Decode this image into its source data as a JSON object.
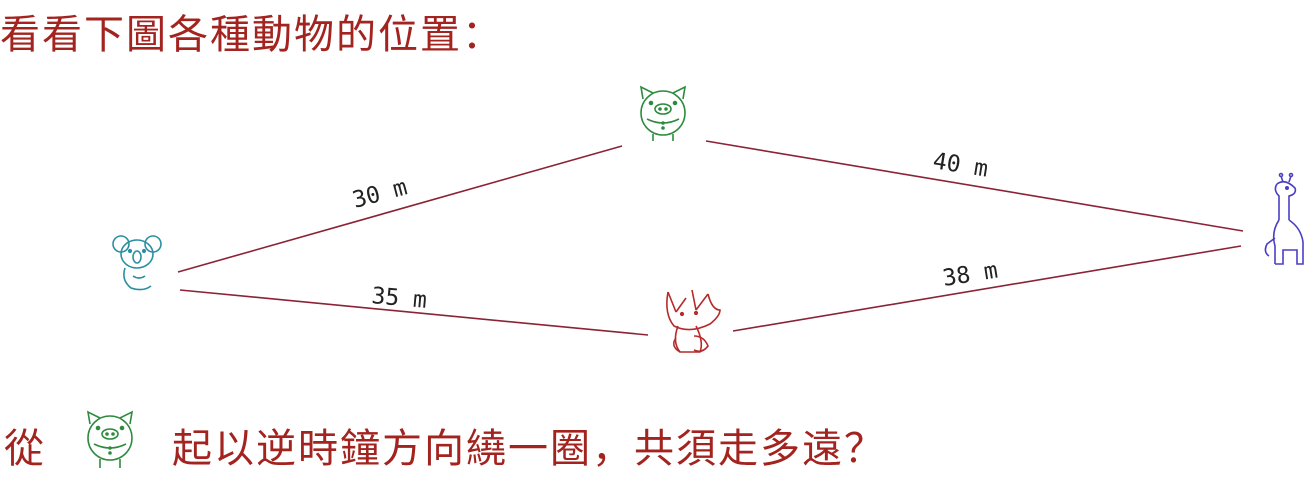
{
  "title": "看看下圖各種動物的位置：",
  "question": {
    "prefix": "從",
    "suffix": "起以逆時鐘方向繞一圈，共須走多遠？"
  },
  "distances": {
    "koala_pig": "30 m",
    "pig_giraffe": "40 m",
    "koala_fox": "35 m",
    "fox_giraffe": "38 m"
  },
  "colors": {
    "text": "#a3231f",
    "line": "#8b2335",
    "pig": "#2e8b3e",
    "koala": "#2b8fa3",
    "fox": "#b52a2a",
    "giraffe": "#4a3fc4"
  },
  "icons": {
    "pig": "pig-icon",
    "koala": "koala-icon",
    "fox": "fox-icon",
    "giraffe": "giraffe-icon"
  }
}
